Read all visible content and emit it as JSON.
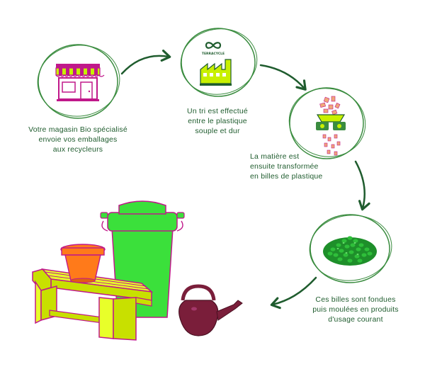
{
  "steps": [
    {
      "lines": [
        "Votre magasin Bio spécialisé",
        "envoie vos emballages",
        "aux recycleurs"
      ],
      "icon": "shop-icon"
    },
    {
      "lines": [
        "Un tri est effectué",
        "entre le plastique",
        "souple et dur"
      ],
      "icon": "factory-icon",
      "logo_text": "TERRACYCLE"
    },
    {
      "lines": [
        "La matière est",
        "ensuite transformée",
        "en billes de plastique"
      ],
      "icon": "shredder-icon"
    },
    {
      "lines": [
        "Ces billes sont fondues",
        "puis moulées en produits",
        "d'usage courant"
      ],
      "icon": "pellets-icon"
    }
  ],
  "products": [
    "bench-icon",
    "flower-pot-icon",
    "trash-bin-icon",
    "watering-can-icon"
  ],
  "colors": {
    "circle_stroke": "#3a8c3f",
    "arrow": "#1f5c2e",
    "text": "#1f5c2e",
    "lime": "#c8f000",
    "bright_green": "#3be03b",
    "magenta": "#c0188a",
    "orange": "#ff7a1a",
    "plum": "#7a1e3a",
    "pellet": "#2fbf3a"
  }
}
